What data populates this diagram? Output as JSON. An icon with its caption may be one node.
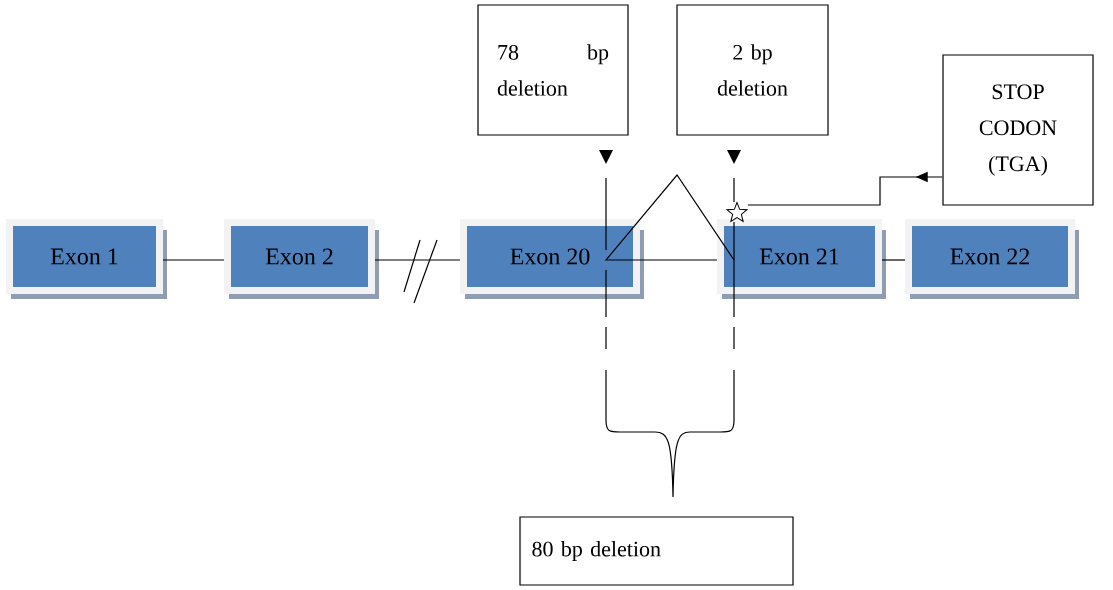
{
  "diagram": {
    "nodes": [
      {
        "text": [
          "78 bp deletion"
        ]
      },
      {
        "text": [
          "2 bp deletion"
        ]
      },
      {
        "text": [
          "STOP CODON (TGA)"
        ]
      },
      {
        "text": [
          "Exon 1"
        ]
      },
      {
        "text": [
          "Exon 2"
        ]
      },
      {
        "text": [
          "Exon 20"
        ]
      },
      {
        "text": [
          "Exon 21"
        ]
      },
      {
        "text": [
          "Exon 22"
        ]
      },
      {
        "text": [
          "80 bp deletion"
        ]
      },
      {
        "text": [],
        "shape": "star"
      }
    ],
    "edges": [
      {
        "from": 3,
        "to": 4,
        "arrow": "none"
      },
      {
        "from": 4,
        "to": 5,
        "arrow": "none"
      },
      {
        "from": 5,
        "to": 6,
        "arrow": "none"
      },
      {
        "from": 6,
        "to": 7,
        "arrow": "none"
      },
      {
        "from": 2,
        "to": 9,
        "arrow": "to"
      },
      {
        "from": 5,
        "to": 6,
        "arrow": "none"
      }
    ]
  }
}
